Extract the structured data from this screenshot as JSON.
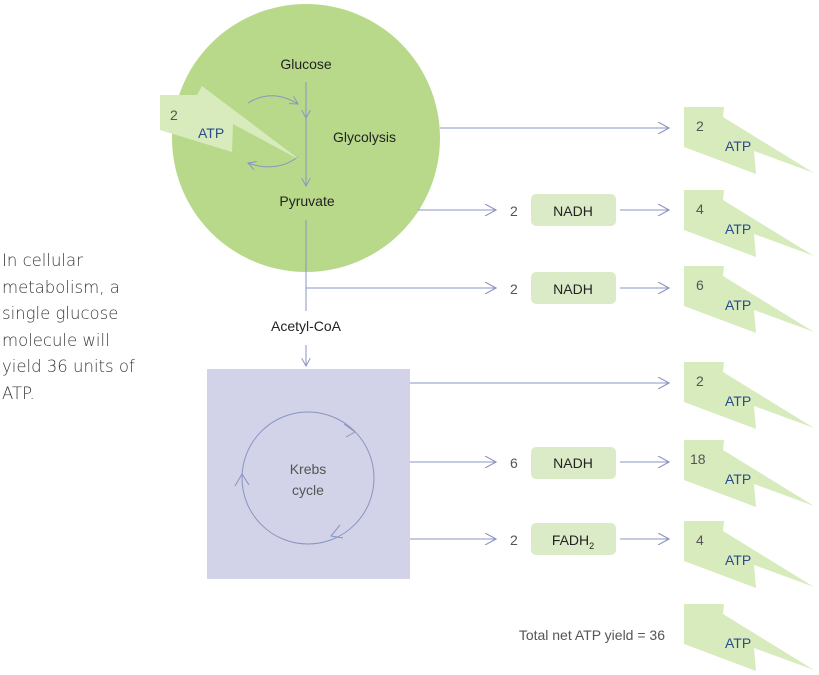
{
  "description": {
    "text": "In cellular metabolism, a single glucose molecule will yield 36 units of ATP."
  },
  "glycolysis": {
    "glucose": "Glucose",
    "process": "Glycolysis",
    "pyruvate": "Pyruvate",
    "input_count": "2",
    "input_atp": "ATP"
  },
  "acetyl_coa": "Acetyl-CoA",
  "krebs": {
    "line1": "Krebs",
    "line2": "cycle"
  },
  "outputs": [
    {
      "count": "",
      "carrier": "",
      "atp_count": "2",
      "atp": "ATP"
    },
    {
      "count": "2",
      "carrier": "NADH",
      "atp_count": "4",
      "atp": "ATP"
    },
    {
      "count": "2",
      "carrier": "NADH",
      "atp_count": "6",
      "atp": "ATP"
    },
    {
      "count": "",
      "carrier": "",
      "atp_count": "2",
      "atp": "ATP"
    },
    {
      "count": "6",
      "carrier": "NADH",
      "atp_count": "18",
      "atp": "ATP"
    },
    {
      "count": "2",
      "carrier": "FADH",
      "carrier_sub": "2",
      "atp_count": "4",
      "atp": "ATP"
    }
  ],
  "total": {
    "label": "Total net ATP yield = 36",
    "atp": "ATP"
  },
  "colors": {
    "circle": "#b8d98a",
    "box": "#d2d3e8",
    "pill": "#dcebc7",
    "bolt": "#d7ebbd",
    "line": "#8a94c2",
    "atp_text": "#2a4b8d"
  }
}
